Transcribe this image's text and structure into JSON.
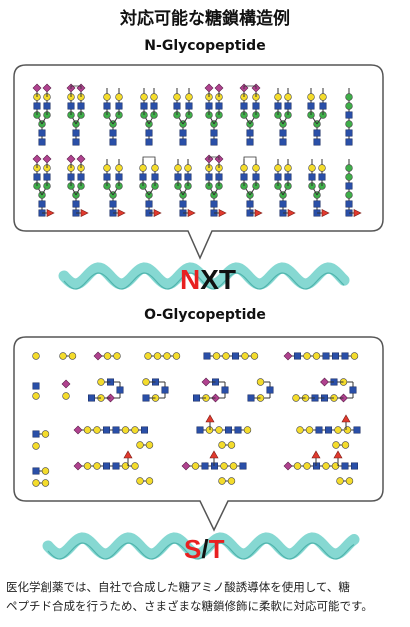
{
  "title": "対応可能な糖鎖構造例",
  "n_section": {
    "title": "N-Glycopeptide",
    "motif": {
      "first": "N",
      "rest": "XT"
    }
  },
  "o_section": {
    "title": "O-Glycopeptide",
    "motif": {
      "first": "S",
      "slash": "/",
      "last": "T"
    }
  },
  "caption": {
    "line1": "医化学創薬では、自社で合成した糖アミノ酸誘導体を使用して、糖",
    "line2": "ペプチド合成を行うため、さまざまな糖鎖修飾に柔軟に対応可能です。"
  },
  "colors": {
    "glcnac": "#2a4fa8",
    "mannose": "#3fae49",
    "galactose": "#f4dc2c",
    "sialic": "#b0428f",
    "fucose": "#e03a2e",
    "motif_red": "#e82020",
    "helix": "#7fd6cf"
  },
  "glycan_symbols": [
    "glcnac-square",
    "mannose-circle",
    "galactose-circle",
    "sialic-diamond",
    "fucose-triangle"
  ]
}
